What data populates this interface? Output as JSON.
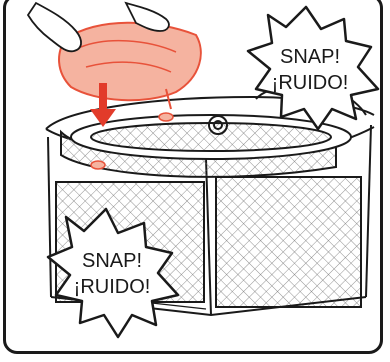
{
  "callouts": {
    "top_right": {
      "line1": "SNAP!",
      "line2": "¡RUIDO!"
    },
    "bottom_left": {
      "line1": "SNAP!",
      "line2": "¡RUIDO!"
    }
  },
  "colors": {
    "outline": "#1a1a1a",
    "highlight_fill": "#f5b3a0",
    "highlight_stroke": "#e8523a",
    "arrow": "#e23b2a",
    "mesh": "#555555"
  },
  "icons": {
    "down_arrow": "arrow-down-icon",
    "hands": "hands-icon"
  }
}
